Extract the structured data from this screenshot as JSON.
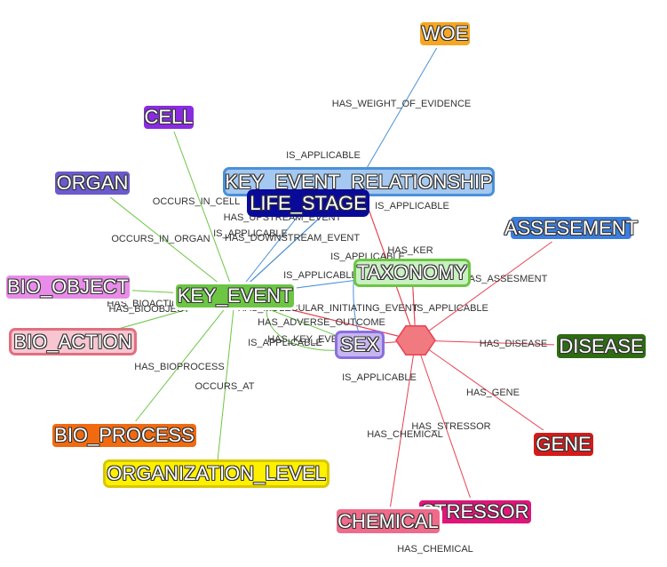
{
  "nodes": [
    {
      "id": "woe",
      "label": "WOE",
      "fill": "#f5a623",
      "border": "#ffffff"
    },
    {
      "id": "cell",
      "label": "CELL",
      "fill": "#8a2be2",
      "border": "#ffffff"
    },
    {
      "id": "organ",
      "label": "ORGAN",
      "fill": "#6a5acd",
      "border": "#ffffff"
    },
    {
      "id": "ker",
      "label": "KEY_EVENT_RELATIONSHIP",
      "fill": "#a4c8f0",
      "border": "#4a90d9"
    },
    {
      "id": "life_stage",
      "label": "LIFE_STAGE",
      "fill": "#0a0a9a",
      "border": "#0a0a9a"
    },
    {
      "id": "assesement",
      "label": "ASSESEMENT",
      "fill": "#3b7ee0",
      "border": "#ffffff"
    },
    {
      "id": "bio_object",
      "label": "BIO_OBJECT",
      "fill": "#e98ce9",
      "border": "#ffffff"
    },
    {
      "id": "key_event",
      "label": "KEY_EVENT",
      "fill": "#6cc644",
      "border": "#ffffff"
    },
    {
      "id": "taxonomy",
      "label": "TAXONOMY",
      "fill": "#c8f0c0",
      "border": "#6cc644"
    },
    {
      "id": "bio_action",
      "label": "BIO_ACTION",
      "fill": "#f7c6d0",
      "border": "#e0707f"
    },
    {
      "id": "sex",
      "label": "SEX",
      "fill": "#c7b5f0",
      "border": "#8a6fe0"
    },
    {
      "id": "disease",
      "label": "DISEASE",
      "fill": "#2e6b12",
      "border": "#ffffff"
    },
    {
      "id": "bio_process",
      "label": "BIO_PROCESS",
      "fill": "#f26a10",
      "border": "#ffffff"
    },
    {
      "id": "gene",
      "label": "GENE",
      "fill": "#d61a1a",
      "border": "#ffffff"
    },
    {
      "id": "organization_level",
      "label": "ORGANIZATION_LEVEL",
      "fill": "#fff000",
      "border": "#d8c800"
    },
    {
      "id": "stressor",
      "label": "STRESSOR",
      "fill": "#e0147a",
      "border": "#ffffff"
    },
    {
      "id": "chemical",
      "label": "CHEMICAL",
      "fill": "#f06a8a",
      "border": "#ffffff"
    }
  ],
  "edge_labels": [
    "HAS_WEIGHT_OF_EVIDENCE",
    "IS_APPLICABLE",
    "IS_APPLICABLE",
    "OCCURS_IN_CELL",
    "HAS_UPSTREAM_EVENT",
    "IS_APPLICABLE",
    "HAS_DOWNSTREAM_EVENT",
    "OCCURS_IN_ORGAN",
    "HAS_KER",
    "IS_APPLICABLE",
    "IS_APPLICABLE",
    "HAS_ASSESMENT",
    "HAS_BIOACTION",
    "HAS_BIOOBJECT",
    "HAS_MOLECULAR_INITIATING_EVENT",
    "IS_APPLICABLE",
    "HAS_ADVERSE_OUTCOME",
    "HAS_KEY_EVENT",
    "IS_APPLICABLE",
    "HAS_DISEASE",
    "HAS_BIOPROCESS",
    "IS_APPLICABLE",
    "OCCURS_AT",
    "HAS_GENE",
    "HAS_STRESSOR",
    "HAS_CHEMICAL",
    "HAS_CHEMICAL"
  ],
  "colors": {
    "edge_blue": "#4a90d9",
    "edge_green": "#6cc644",
    "edge_red": "#e8414f",
    "hub_fill": "#f07a80",
    "hub_border": "#e8414f"
  }
}
